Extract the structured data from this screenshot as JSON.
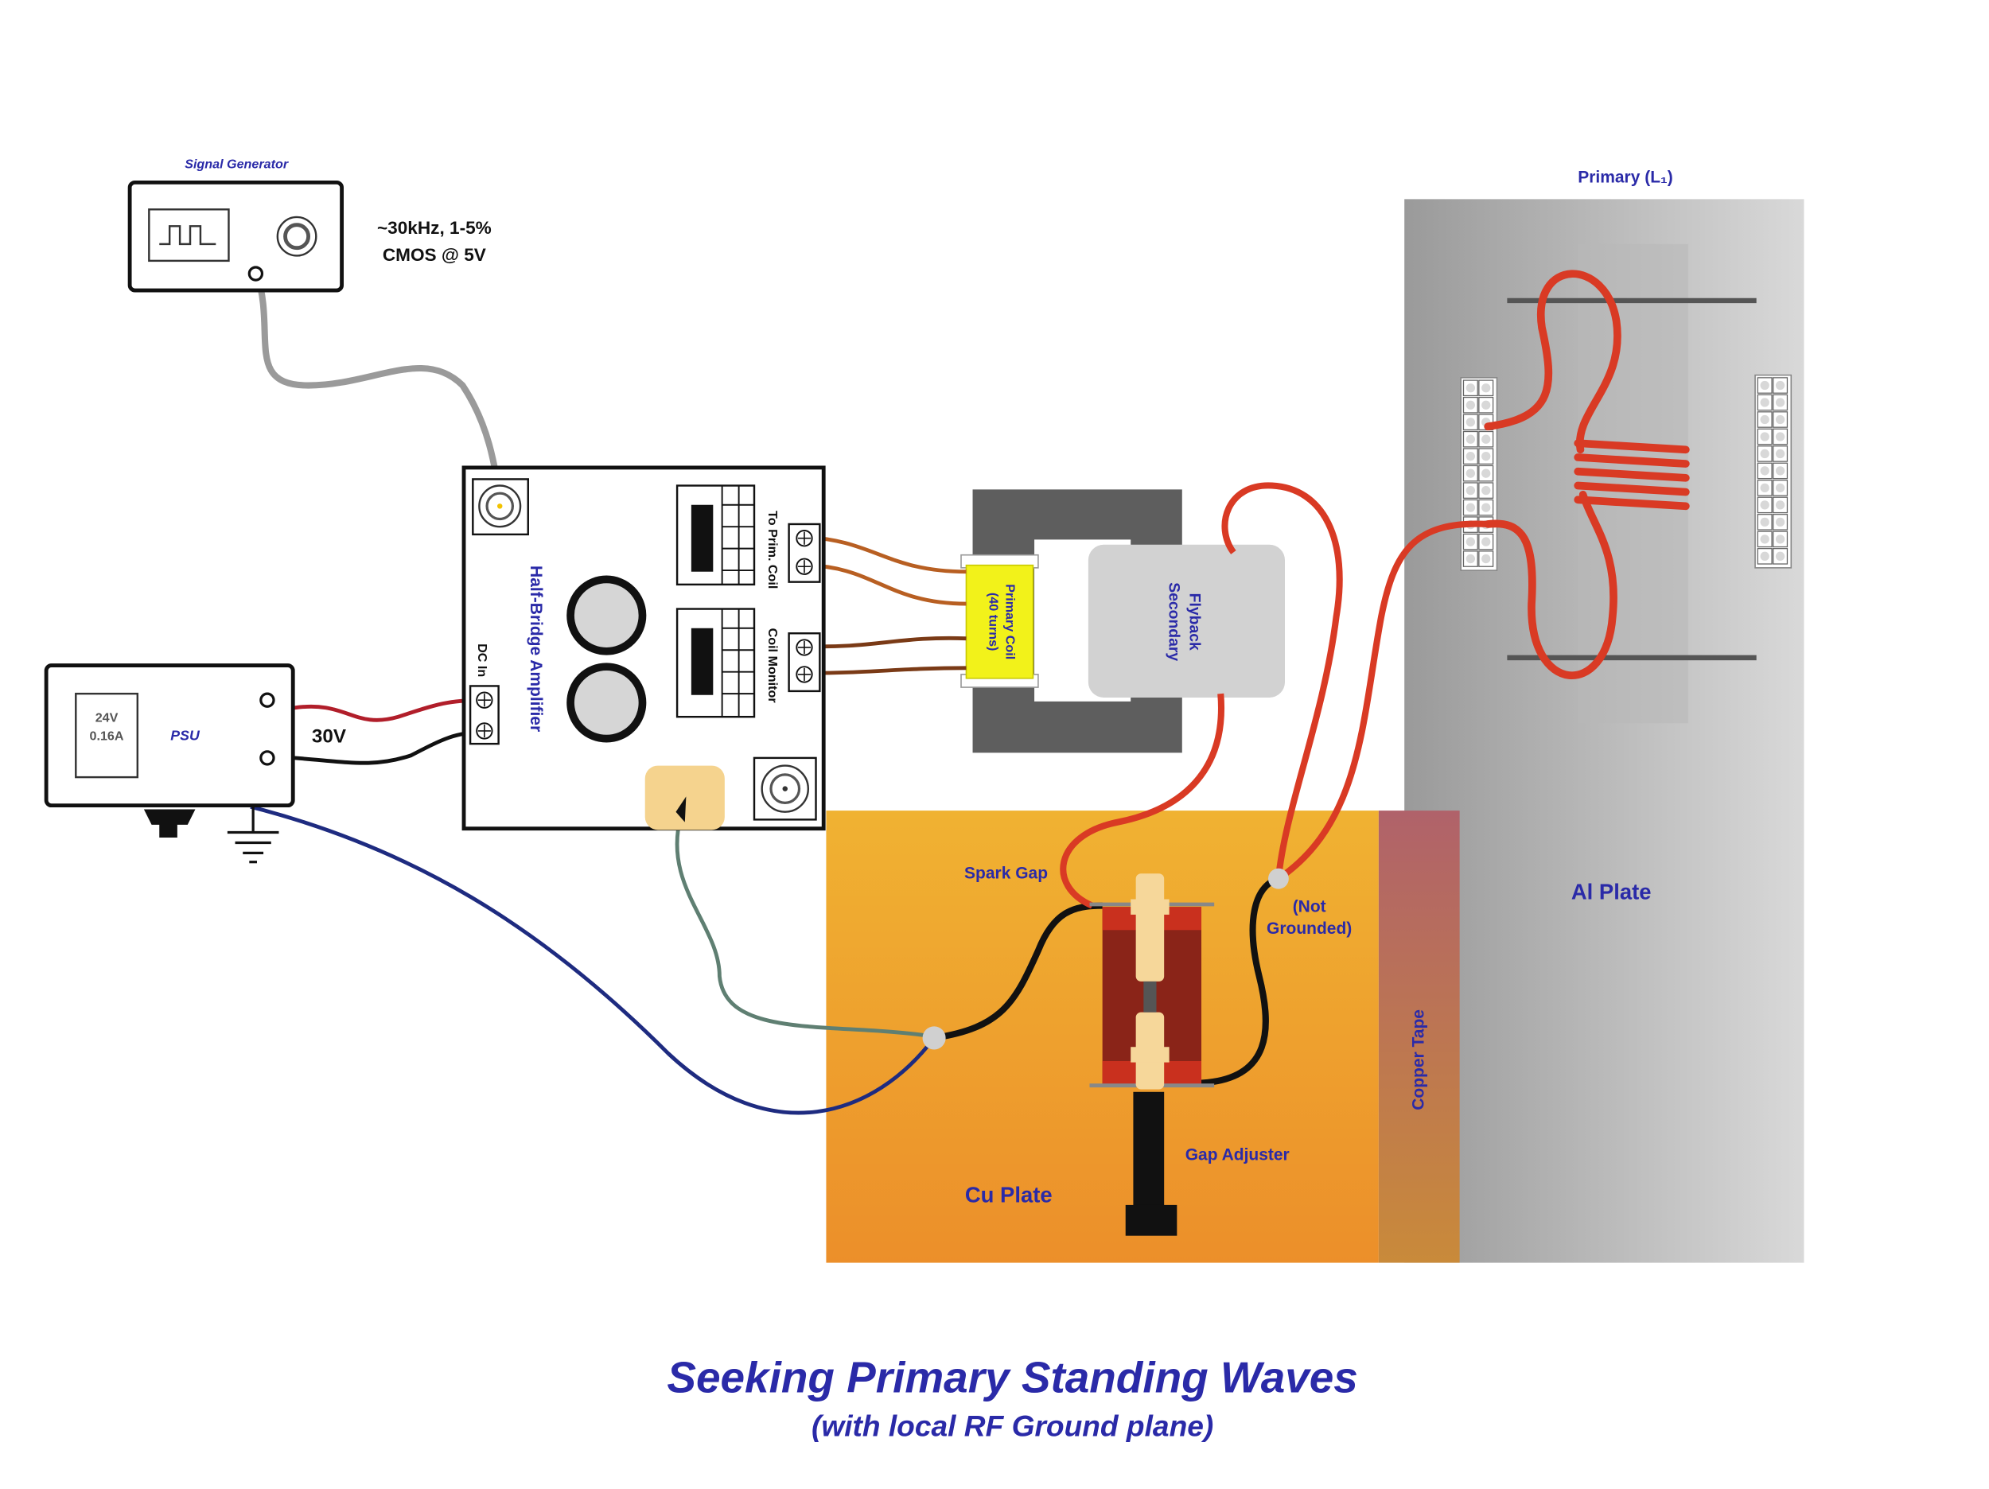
{
  "colors": {
    "label_blue": "#2a2aa8",
    "red_wire": "#d93a24",
    "cu_plate_top": "#f0b232",
    "cu_plate_bottom": "#ec8f2a",
    "al_plate": "#a8a8a8",
    "coil_yellow": "#f2f21a",
    "spark_gap_red": "#8a2418",
    "ground_wire": "#1e2b80",
    "signal_wire": "#9a9a9a"
  },
  "signal_generator": {
    "title": "Signal Generator",
    "note_line1": "~30kHz, 1-5%",
    "note_line2": "CMOS @ 5V"
  },
  "psu": {
    "rating_line1": "24V",
    "rating_line2": "0.16A",
    "label": "PSU",
    "output_voltage": "30V"
  },
  "amplifier": {
    "label": "Half-Bridge Amplifier",
    "dc_in": "DC In",
    "to_prim_coil": "To Prim. Coil",
    "coil_monitor": "Coil Monitor"
  },
  "transformer": {
    "primary_coil_line1": "Primary Coil",
    "primary_coil_line2": "(40 turns)",
    "flyback_line1": "Flyback",
    "flyback_line2": "Secondary"
  },
  "labels": {
    "spark_gap": "Spark Gap",
    "not_grounded_line1": "(Not",
    "not_grounded_line2": "Grounded)",
    "gap_adjuster": "Gap Adjuster",
    "cu_plate": "Cu Plate",
    "copper_tape": "Copper Tape",
    "al_plate": "Al Plate",
    "primary_l1": "Primary (L₁)"
  },
  "caption": {
    "title": "Seeking Primary Standing Waves",
    "subtitle": "(with local RF Ground plane)"
  }
}
